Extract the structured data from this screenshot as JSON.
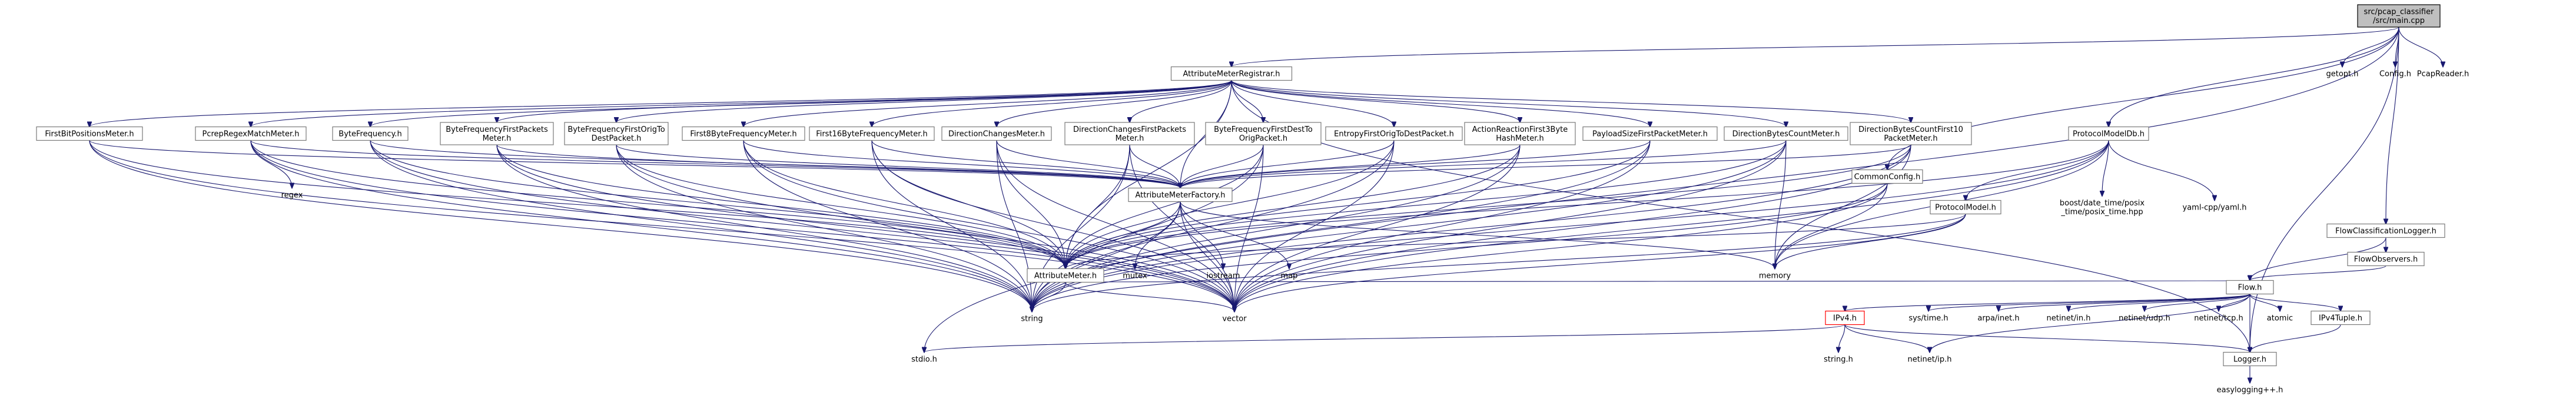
{
  "graph": {
    "edge_color": "#191970",
    "nodes": [
      {
        "id": "main",
        "lines": [
          "src/pcap_classifier",
          "/src/main.cpp"
        ],
        "style": "root"
      },
      {
        "id": "amr",
        "lines": [
          "AttributeMeterRegistrar.h"
        ]
      },
      {
        "id": "getopt",
        "lines": [
          "getopt.h"
        ],
        "style": "plain"
      },
      {
        "id": "config",
        "lines": [
          "Config.h"
        ],
        "style": "plain"
      },
      {
        "id": "pcapreader",
        "lines": [
          "PcapReader.h"
        ],
        "style": "plain"
      },
      {
        "id": "fbpm",
        "lines": [
          "FirstBitPositionsMeter.h"
        ]
      },
      {
        "id": "prmm",
        "lines": [
          "PcrepRegexMatchMeter.h"
        ]
      },
      {
        "id": "bf",
        "lines": [
          "ByteFrequency.h"
        ]
      },
      {
        "id": "bffpm",
        "lines": [
          "ByteFrequencyFirstPackets",
          "Meter.h"
        ]
      },
      {
        "id": "bffotd",
        "lines": [
          "ByteFrequencyFirstOrigTo",
          "DestPacket.h"
        ]
      },
      {
        "id": "f8bfm",
        "lines": [
          "First8ByteFrequencyMeter.h"
        ]
      },
      {
        "id": "f16bfm",
        "lines": [
          "First16ByteFrequencyMeter.h"
        ]
      },
      {
        "id": "dcm",
        "lines": [
          "DirectionChangesMeter.h"
        ]
      },
      {
        "id": "dcfpm",
        "lines": [
          "DirectionChangesFirstPackets",
          "Meter.h"
        ]
      },
      {
        "id": "bffdto",
        "lines": [
          "ByteFrequencyFirstDestTo",
          "OrigPacket.h"
        ]
      },
      {
        "id": "efotd",
        "lines": [
          "EntropyFirstOrigToDestPacket.h"
        ]
      },
      {
        "id": "arf3b",
        "lines": [
          "ActionReactionFirst3Byte",
          "HashMeter.h"
        ]
      },
      {
        "id": "pfpm",
        "lines": [
          "PayloadSizeFirstPacketMeter.h"
        ]
      },
      {
        "id": "dbcm",
        "lines": [
          "DirectionBytesCountMeter.h"
        ]
      },
      {
        "id": "dbcf10",
        "lines": [
          "DirectionBytesCountFirst10",
          "PacketMeter.h"
        ]
      },
      {
        "id": "pmdb",
        "lines": [
          "ProtocolModelDb.h"
        ]
      },
      {
        "id": "regex",
        "lines": [
          "regex"
        ],
        "style": "plain"
      },
      {
        "id": "amf",
        "lines": [
          "AttributeMeterFactory.h"
        ]
      },
      {
        "id": "cc",
        "lines": [
          "CommonConfig.h"
        ]
      },
      {
        "id": "pm",
        "lines": [
          "ProtocolModel.h"
        ]
      },
      {
        "id": "boost",
        "lines": [
          "boost/date_time/posix",
          "_time/posix_time.hpp"
        ],
        "style": "plain"
      },
      {
        "id": "yaml",
        "lines": [
          "yaml-cpp/yaml.h"
        ],
        "style": "plain"
      },
      {
        "id": "fcl",
        "lines": [
          "FlowClassificationLogger.h"
        ]
      },
      {
        "id": "am",
        "lines": [
          "AttributeMeter.h"
        ]
      },
      {
        "id": "mutex",
        "lines": [
          "mutex"
        ],
        "style": "plain"
      },
      {
        "id": "iostream",
        "lines": [
          "iostream"
        ],
        "style": "plain"
      },
      {
        "id": "map",
        "lines": [
          "map"
        ],
        "style": "plain"
      },
      {
        "id": "memory",
        "lines": [
          "memory"
        ],
        "style": "plain"
      },
      {
        "id": "fobs",
        "lines": [
          "FlowObservers.h"
        ]
      },
      {
        "id": "string",
        "lines": [
          "string"
        ],
        "style": "plain"
      },
      {
        "id": "vector",
        "lines": [
          "vector"
        ],
        "style": "plain"
      },
      {
        "id": "flow",
        "lines": [
          "Flow.h"
        ]
      },
      {
        "id": "ipv4",
        "lines": [
          "IPv4.h"
        ],
        "style": "missing"
      },
      {
        "id": "systime",
        "lines": [
          "sys/time.h"
        ],
        "style": "plain"
      },
      {
        "id": "arpa",
        "lines": [
          "arpa/inet.h"
        ],
        "style": "plain"
      },
      {
        "id": "netin",
        "lines": [
          "netinet/in.h"
        ],
        "style": "plain"
      },
      {
        "id": "netudp",
        "lines": [
          "netinet/udp.h"
        ],
        "style": "plain"
      },
      {
        "id": "nettcp",
        "lines": [
          "netinet/tcp.h"
        ],
        "style": "plain"
      },
      {
        "id": "atomic",
        "lines": [
          "atomic"
        ],
        "style": "plain"
      },
      {
        "id": "ipv4t",
        "lines": [
          "IPv4Tuple.h"
        ]
      },
      {
        "id": "stdio",
        "lines": [
          "stdio.h"
        ],
        "style": "plain"
      },
      {
        "id": "stringh",
        "lines": [
          "string.h"
        ],
        "style": "plain"
      },
      {
        "id": "netip",
        "lines": [
          "netinet/ip.h"
        ],
        "style": "plain"
      },
      {
        "id": "logger",
        "lines": [
          "Logger.h"
        ]
      },
      {
        "id": "easylog",
        "lines": [
          "easylogging++.h"
        ],
        "style": "plain"
      }
    ],
    "edges": [
      [
        "main",
        "amr"
      ],
      [
        "main",
        "getopt"
      ],
      [
        "main",
        "config"
      ],
      [
        "main",
        "pcapreader"
      ],
      [
        "main",
        "pmdb"
      ],
      [
        "main",
        "fcl"
      ],
      [
        "main",
        "cc"
      ],
      [
        "main",
        "logger"
      ],
      [
        "main",
        "stdio"
      ],
      [
        "amr",
        "fbpm"
      ],
      [
        "amr",
        "prmm"
      ],
      [
        "amr",
        "bf"
      ],
      [
        "amr",
        "bffpm"
      ],
      [
        "amr",
        "bffotd"
      ],
      [
        "amr",
        "f8bfm"
      ],
      [
        "amr",
        "f16bfm"
      ],
      [
        "amr",
        "dcm"
      ],
      [
        "amr",
        "dcfpm"
      ],
      [
        "amr",
        "bffdto"
      ],
      [
        "amr",
        "efotd"
      ],
      [
        "amr",
        "arf3b"
      ],
      [
        "amr",
        "pfpm"
      ],
      [
        "amr",
        "dbcm"
      ],
      [
        "amr",
        "dbcf10"
      ],
      [
        "amr",
        "amf"
      ],
      [
        "amr",
        "am"
      ],
      [
        "amr",
        "logger"
      ],
      [
        "fbpm",
        "amf"
      ],
      [
        "fbpm",
        "am"
      ],
      [
        "fbpm",
        "string"
      ],
      [
        "fbpm",
        "vector"
      ],
      [
        "prmm",
        "amf"
      ],
      [
        "prmm",
        "am"
      ],
      [
        "prmm",
        "regex"
      ],
      [
        "prmm",
        "string"
      ],
      [
        "prmm",
        "vector"
      ],
      [
        "bf",
        "amf"
      ],
      [
        "bf",
        "am"
      ],
      [
        "bf",
        "string"
      ],
      [
        "bf",
        "vector"
      ],
      [
        "bffpm",
        "amf"
      ],
      [
        "bffpm",
        "am"
      ],
      [
        "bffpm",
        "string"
      ],
      [
        "bffpm",
        "vector"
      ],
      [
        "bffotd",
        "amf"
      ],
      [
        "bffotd",
        "am"
      ],
      [
        "bffotd",
        "string"
      ],
      [
        "bffotd",
        "vector"
      ],
      [
        "f8bfm",
        "amf"
      ],
      [
        "f8bfm",
        "am"
      ],
      [
        "f8bfm",
        "string"
      ],
      [
        "f8bfm",
        "vector"
      ],
      [
        "f16bfm",
        "amf"
      ],
      [
        "f16bfm",
        "am"
      ],
      [
        "f16bfm",
        "string"
      ],
      [
        "f16bfm",
        "vector"
      ],
      [
        "dcm",
        "amf"
      ],
      [
        "dcm",
        "am"
      ],
      [
        "dcm",
        "string"
      ],
      [
        "dcm",
        "vector"
      ],
      [
        "dcfpm",
        "amf"
      ],
      [
        "dcfpm",
        "am"
      ],
      [
        "dcfpm",
        "string"
      ],
      [
        "dcfpm",
        "vector"
      ],
      [
        "bffdto",
        "amf"
      ],
      [
        "bffdto",
        "am"
      ],
      [
        "bffdto",
        "string"
      ],
      [
        "bffdto",
        "vector"
      ],
      [
        "efotd",
        "amf"
      ],
      [
        "efotd",
        "am"
      ],
      [
        "efotd",
        "string"
      ],
      [
        "efotd",
        "vector"
      ],
      [
        "arf3b",
        "amf"
      ],
      [
        "arf3b",
        "am"
      ],
      [
        "arf3b",
        "string"
      ],
      [
        "arf3b",
        "vector"
      ],
      [
        "pfpm",
        "amf"
      ],
      [
        "pfpm",
        "am"
      ],
      [
        "pfpm",
        "string"
      ],
      [
        "pfpm",
        "vector"
      ],
      [
        "dbcm",
        "amf"
      ],
      [
        "dbcm",
        "am"
      ],
      [
        "dbcm",
        "memory"
      ],
      [
        "dbcm",
        "string"
      ],
      [
        "dbcm",
        "vector"
      ],
      [
        "dbcf10",
        "amf"
      ],
      [
        "dbcf10",
        "am"
      ],
      [
        "dbcf10",
        "memory"
      ],
      [
        "dbcf10",
        "string"
      ],
      [
        "dbcf10",
        "vector"
      ],
      [
        "amf",
        "am"
      ],
      [
        "amf",
        "mutex"
      ],
      [
        "amf",
        "iostream"
      ],
      [
        "amf",
        "map"
      ],
      [
        "amf",
        "memory"
      ],
      [
        "amf",
        "string"
      ],
      [
        "amf",
        "vector"
      ],
      [
        "am",
        "string"
      ],
      [
        "am",
        "vector"
      ],
      [
        "am",
        "flow"
      ],
      [
        "pmdb",
        "pm"
      ],
      [
        "pmdb",
        "boost"
      ],
      [
        "pmdb",
        "yaml"
      ],
      [
        "pmdb",
        "am"
      ],
      [
        "pmdb",
        "memory"
      ],
      [
        "pmdb",
        "string"
      ],
      [
        "pmdb",
        "vector"
      ],
      [
        "cc",
        "memory"
      ],
      [
        "cc",
        "string"
      ],
      [
        "cc",
        "vector"
      ],
      [
        "pm",
        "am"
      ],
      [
        "pm",
        "memory"
      ],
      [
        "pm",
        "string"
      ],
      [
        "pm",
        "vector"
      ],
      [
        "fcl",
        "fobs"
      ],
      [
        "fcl",
        "flow"
      ],
      [
        "fobs",
        "flow"
      ],
      [
        "flow",
        "ipv4"
      ],
      [
        "flow",
        "systime"
      ],
      [
        "flow",
        "arpa"
      ],
      [
        "flow",
        "netin"
      ],
      [
        "flow",
        "netudp"
      ],
      [
        "flow",
        "nettcp"
      ],
      [
        "flow",
        "atomic"
      ],
      [
        "flow",
        "ipv4t"
      ],
      [
        "flow",
        "logger"
      ],
      [
        "flow",
        "netip"
      ],
      [
        "ipv4",
        "stdio"
      ],
      [
        "ipv4",
        "stringh"
      ],
      [
        "ipv4",
        "netip"
      ],
      [
        "ipv4",
        "logger"
      ],
      [
        "ipv4t",
        "logger"
      ],
      [
        "logger",
        "easylog"
      ]
    ]
  }
}
